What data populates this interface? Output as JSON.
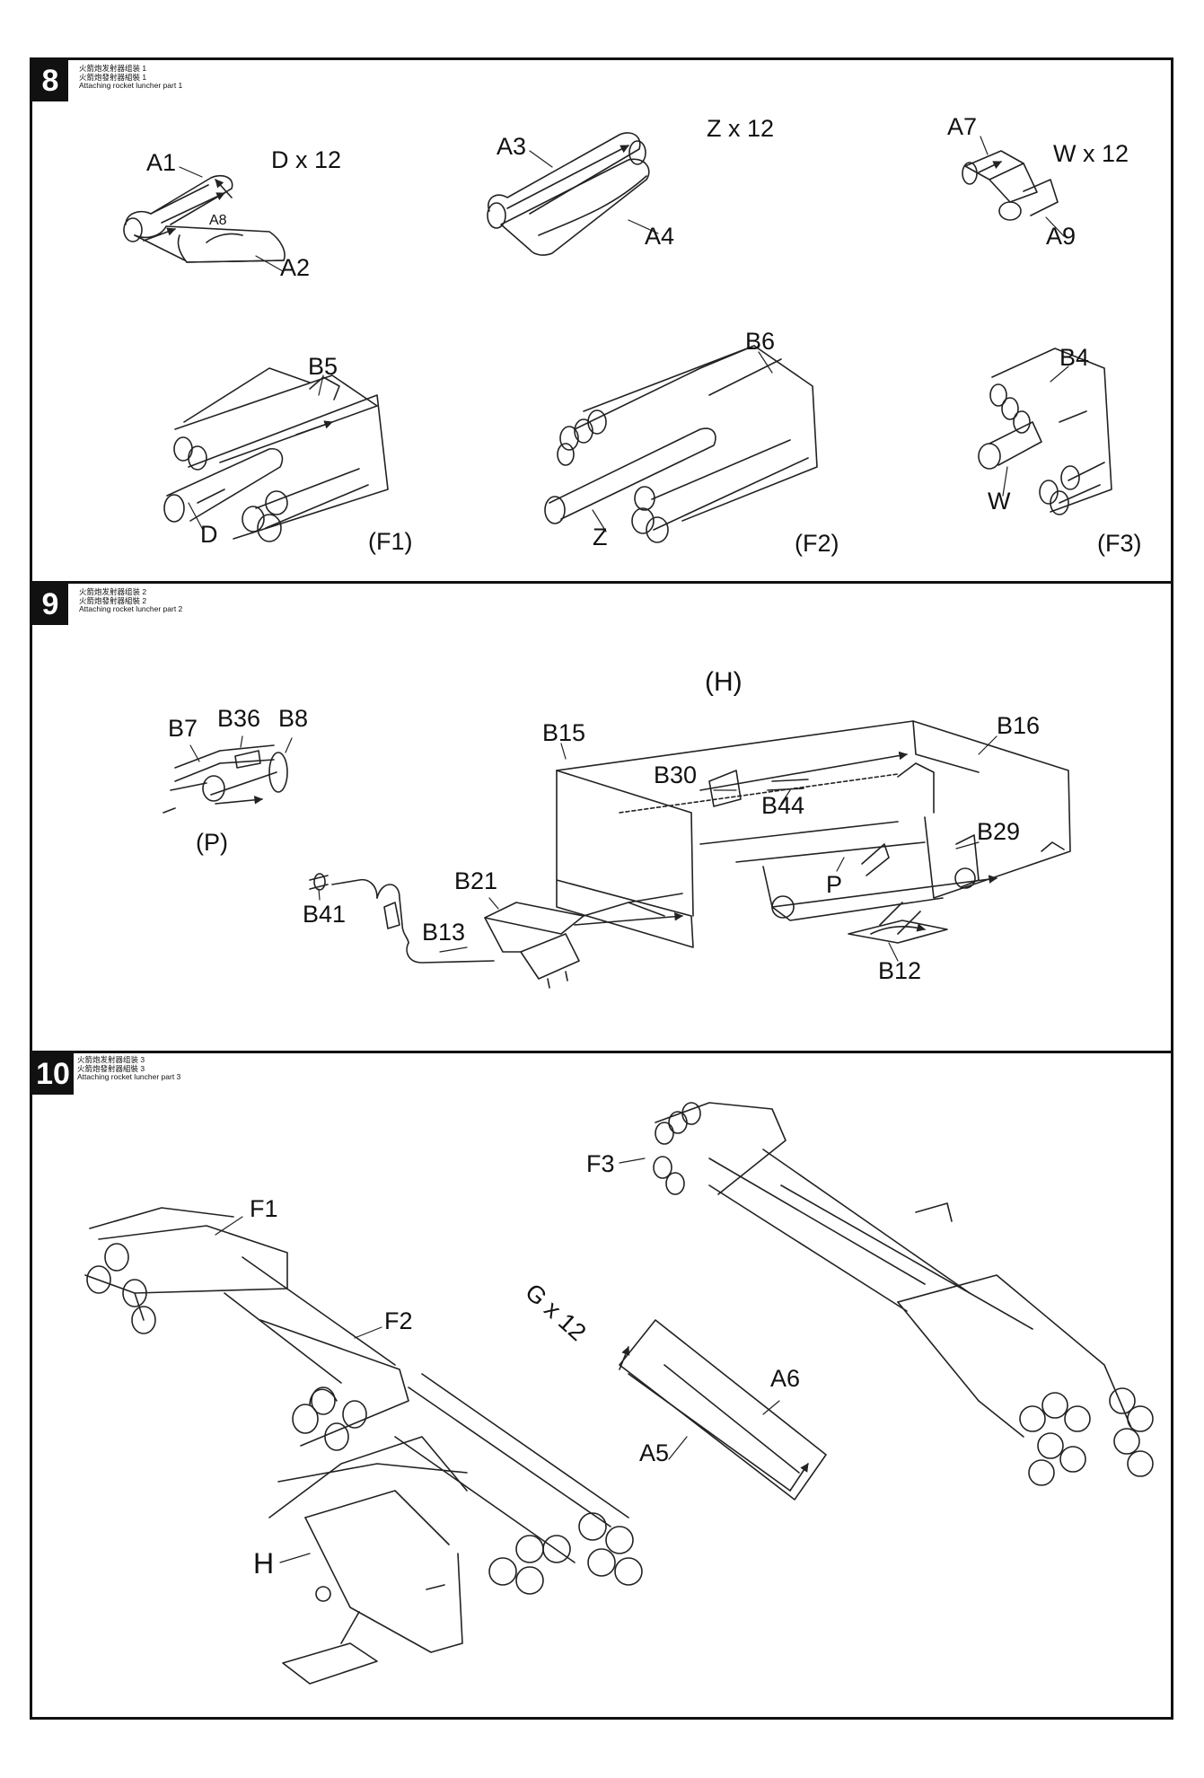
{
  "steps": [
    {
      "num": "8",
      "cn1": "火箭炮发射器组装 1",
      "cn2": "火箭炮發射器組裝 1",
      "en": "Attaching rocket luncher part 1"
    },
    {
      "num": "9",
      "cn1": "火箭炮发射器组装 2",
      "cn2": "火箭炮發射器組裝 2",
      "en": "Attaching rocket luncher part 2"
    },
    {
      "num": "10",
      "cn1": "火箭炮发射器组装 3",
      "cn2": "火箭炮發射器組裝 3",
      "en": "Attaching rocket luncher part 3"
    }
  ],
  "step8": {
    "A1": "A1",
    "A2": "A2",
    "A8": "A8",
    "Dx12": "D x 12",
    "A3": "A3",
    "A4": "A4",
    "Zx12": "Z x 12",
    "A7": "A7",
    "A9": "A9",
    "Wx12": "W x 12",
    "B5": "B5",
    "D": "D",
    "F1": "(F1)",
    "B6": "B6",
    "Z": "Z",
    "F2": "(F2)",
    "B4": "B4",
    "W": "W",
    "F3": "(F3)"
  },
  "step9": {
    "B7": "B7",
    "B36": "B36",
    "B8": "B8",
    "P_group": "(P)",
    "H_group": "(H)",
    "B15": "B15",
    "B16": "B16",
    "B30": "B30",
    "B44": "B44",
    "B29": "B29",
    "P": "P",
    "B41": "B41",
    "B21": "B21",
    "B13": "B13",
    "B12": "B12"
  },
  "step10": {
    "F1": "F1",
    "F2": "F2",
    "F3": "F3",
    "H": "H",
    "Gx12": "G x 12",
    "A6": "A6",
    "A5": "A5"
  }
}
